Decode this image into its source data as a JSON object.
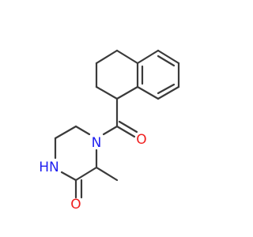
{
  "molecule": {
    "atoms": {
      "n_amide": {
        "text": "N",
        "color": "#1f1ff0"
      },
      "o_carbonyl": {
        "text": "O",
        "color": "#f01f1f"
      },
      "nh_ring": {
        "text": "HN",
        "color": "#1f1ff0"
      },
      "o_ring": {
        "text": "O",
        "color": "#f01f1f"
      }
    },
    "bond_color": "#3a3a3a"
  }
}
